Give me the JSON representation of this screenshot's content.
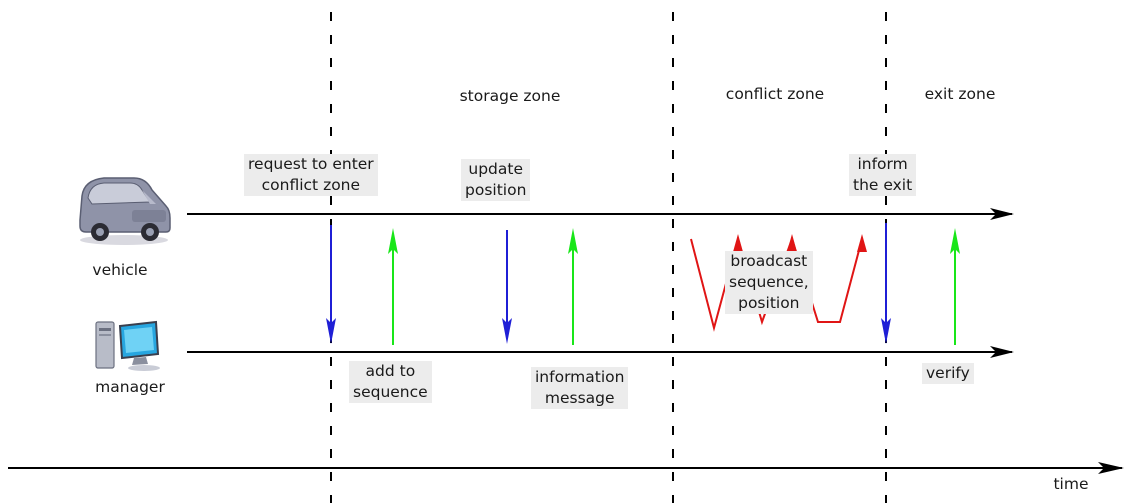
{
  "zones": {
    "storage": "storage zone",
    "conflict": "conflict zone",
    "exit": "exit zone"
  },
  "actors": {
    "vehicle": "vehicle",
    "manager": "manager"
  },
  "messages": {
    "request": "request to enter\nconflict zone",
    "update": "update\nposition",
    "inform": "inform\nthe exit",
    "add": "add to\nsequence",
    "info": "information\nmessage",
    "broadcast": "broadcast\nsequence,\nposition",
    "verify": "verify"
  },
  "axis": {
    "time": "time"
  },
  "colors": {
    "vehicle_to_manager": "#1f1fd6",
    "manager_to_vehicle": "#19e619",
    "broadcast": "#e01515",
    "line": "#000000"
  },
  "icons": {
    "vehicle": "car-icon",
    "manager": "computer-icon"
  }
}
